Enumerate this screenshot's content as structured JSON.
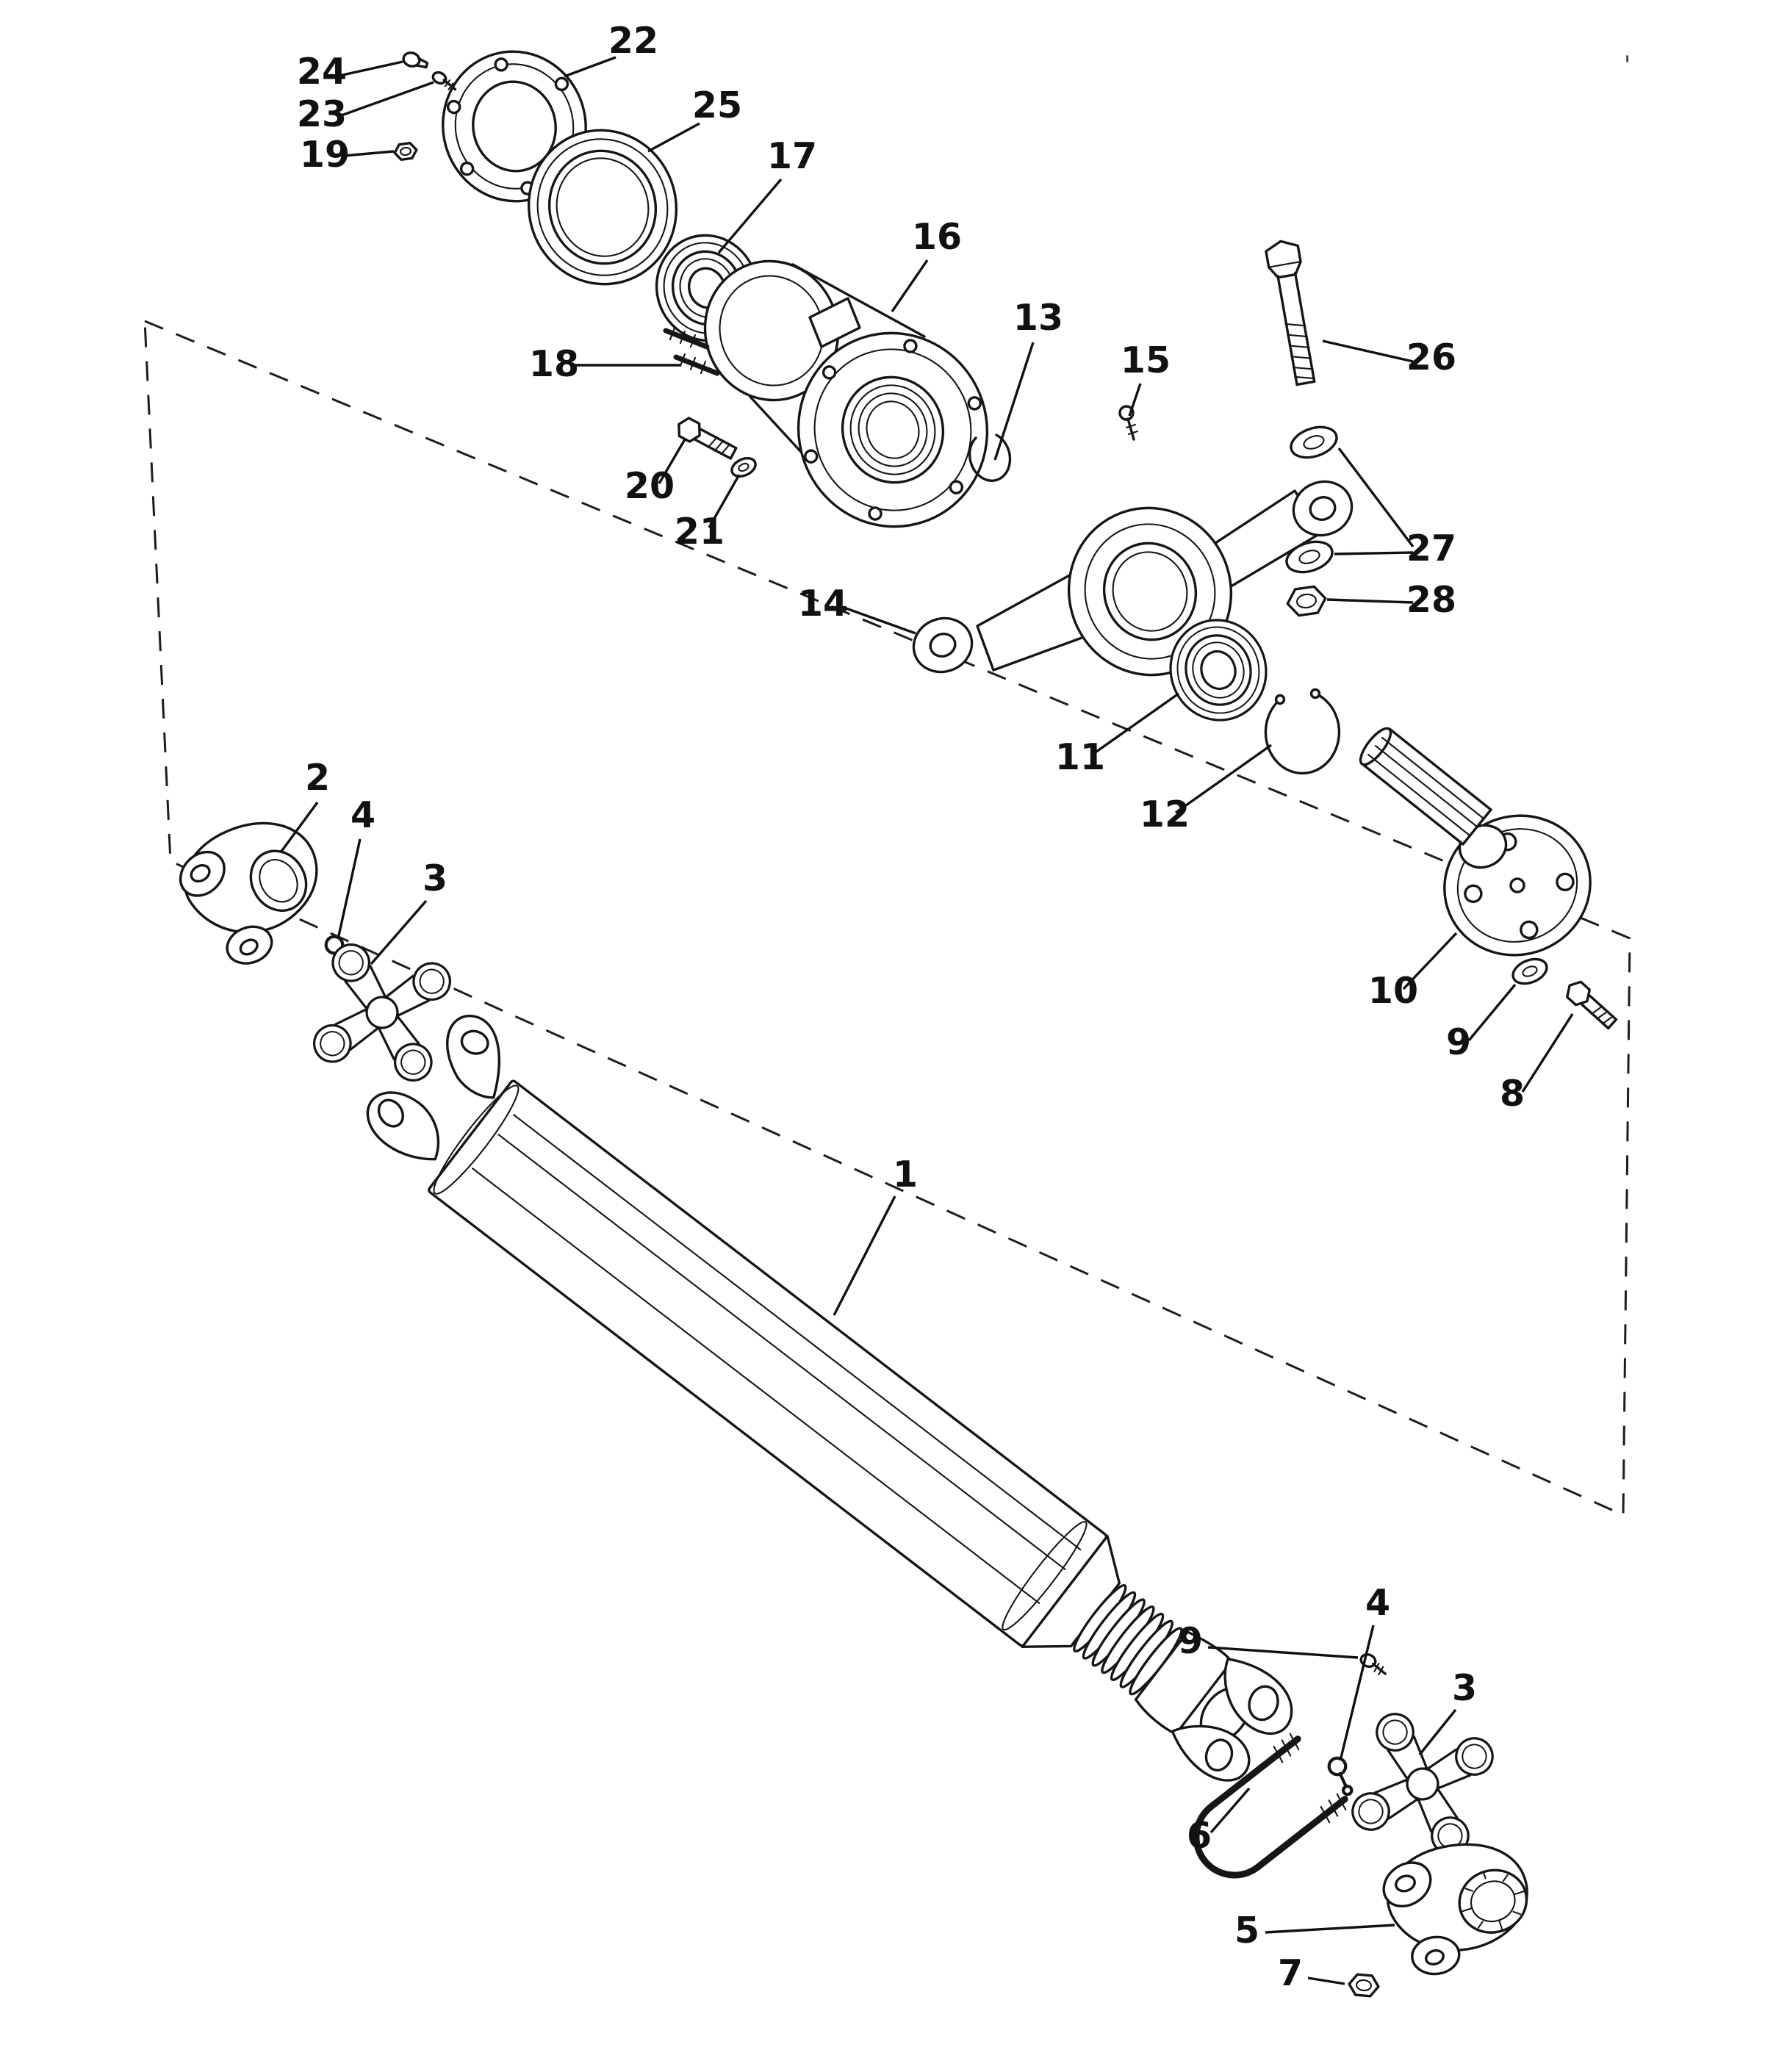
{
  "page": {
    "background": "#ffffff",
    "ink": "#161616"
  },
  "diagram": {
    "type": "exploded-parts-diagram",
    "subject": "drive shaft assembly exploded view, black-and-white line art with numbered callouts",
    "callouts": [
      {
        "label": "1",
        "part": "drive-shaft-tube"
      },
      {
        "label": "2",
        "part": "front-flange-yoke"
      },
      {
        "label": "3",
        "part": "u-joint-cross-front"
      },
      {
        "label": "4",
        "part": "grease-fitting-front"
      },
      {
        "label": "5",
        "part": "rear-end-yoke"
      },
      {
        "label": "6",
        "part": "u-bolt"
      },
      {
        "label": "7",
        "part": "locknut"
      },
      {
        "label": "8",
        "part": "flange-bolt"
      },
      {
        "label": "9",
        "part": "flange-washer"
      },
      {
        "label": "10",
        "part": "output-flange-shaft"
      },
      {
        "label": "11",
        "part": "rear-bearing"
      },
      {
        "label": "12",
        "part": "retaining-ring"
      },
      {
        "label": "13",
        "part": "seal-ring"
      },
      {
        "label": "14",
        "part": "bearing-carrier"
      },
      {
        "label": "15",
        "part": "carrier-screw"
      },
      {
        "label": "16",
        "part": "coupler-housing"
      },
      {
        "label": "17",
        "part": "front-bearing"
      },
      {
        "label": "18",
        "part": "studs"
      },
      {
        "label": "19",
        "part": "retainer-nut"
      },
      {
        "label": "20",
        "part": "housing-bolt"
      },
      {
        "label": "21",
        "part": "housing-washer"
      },
      {
        "label": "22",
        "part": "retainer-plate"
      },
      {
        "label": "23",
        "part": "retainer-screw"
      },
      {
        "label": "24",
        "part": "retainer-screw"
      },
      {
        "label": "25",
        "part": "carrier-ring"
      },
      {
        "label": "26",
        "part": "carrier-bolt"
      },
      {
        "label": "27",
        "part": "carrier-washers"
      },
      {
        "label": "28",
        "part": "carrier-nut"
      },
      {
        "label": "9",
        "part": "slip-yoke-screw"
      },
      {
        "label": "4",
        "part": "grease-fitting-rear"
      },
      {
        "label": "3",
        "part": "u-joint-cross-rear"
      }
    ],
    "artifacts": {
      "top_right_tick": "'"
    }
  }
}
